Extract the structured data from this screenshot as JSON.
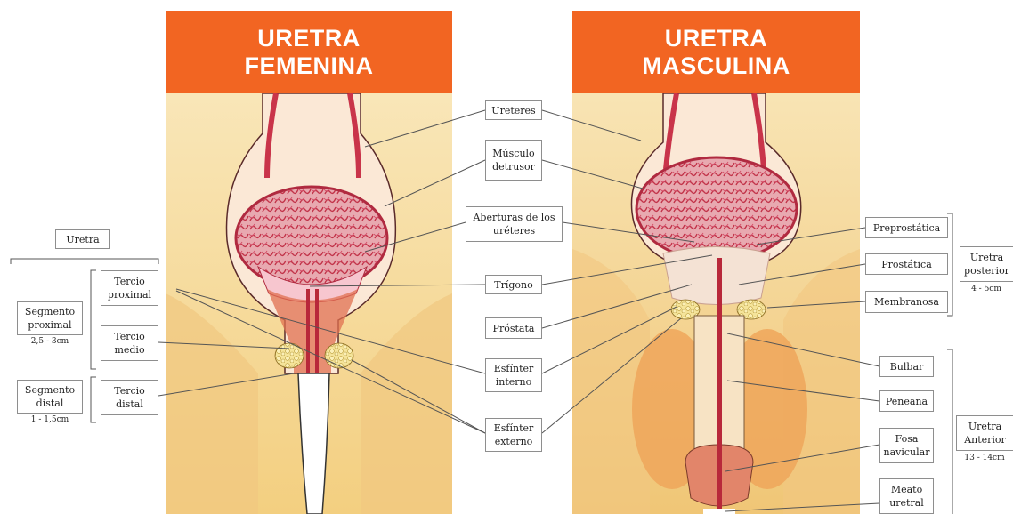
{
  "headers": {
    "female": [
      "URETRA",
      "FEMENINA"
    ],
    "male": [
      "URETRA",
      "MASCULINA"
    ]
  },
  "center_labels": {
    "ureteres": "Ureteres",
    "musculo_detrusor": [
      "Músculo",
      "detrusor"
    ],
    "aberturas": [
      "Aberturas de los",
      "uréteres"
    ],
    "trigono": "Trígono",
    "prostata": "Próstata",
    "esfinter_interno": [
      "Esfínter",
      "interno"
    ],
    "esfinter_externo": [
      "Esfínter",
      "externo"
    ]
  },
  "female_labels": {
    "uretra": "Uretra",
    "segmento_proximal": [
      "Segmento",
      "proximal"
    ],
    "segmento_proximal_size": "2,5 - 3cm",
    "segmento_distal": [
      "Segmento",
      "distal"
    ],
    "segmento_distal_size": "1 - 1,5cm",
    "tercio_proximal": [
      "Tercio",
      "proximal"
    ],
    "tercio_medio": [
      "Tercio",
      "medio"
    ],
    "tercio_distal": [
      "Tercio",
      "distal"
    ]
  },
  "male_labels": {
    "preprostatica": "Preprostática",
    "prostatica": "Prostática",
    "membranosa": "Membranosa",
    "uretra_posterior": [
      "Uretra",
      "posterior"
    ],
    "uretra_posterior_size": "4 - 5cm",
    "bulbar": "Bulbar",
    "peneana": "Peneana",
    "fosa_navicular": [
      "Fosa",
      "navicular"
    ],
    "meato_uretral": [
      "Meato",
      "uretral"
    ],
    "uretra_anterior": [
      "Uretra",
      "Anterior"
    ],
    "uretra_anterior_size": "13 - 14cm"
  },
  "colors": {
    "header_bg": "#f26522",
    "header_text": "#ffffff",
    "background_wash": "#f6d98f",
    "muscle": "#c9344a",
    "urethra": "#b8283a",
    "leader_line": "#555555",
    "label_border": "#8e8e8e"
  }
}
